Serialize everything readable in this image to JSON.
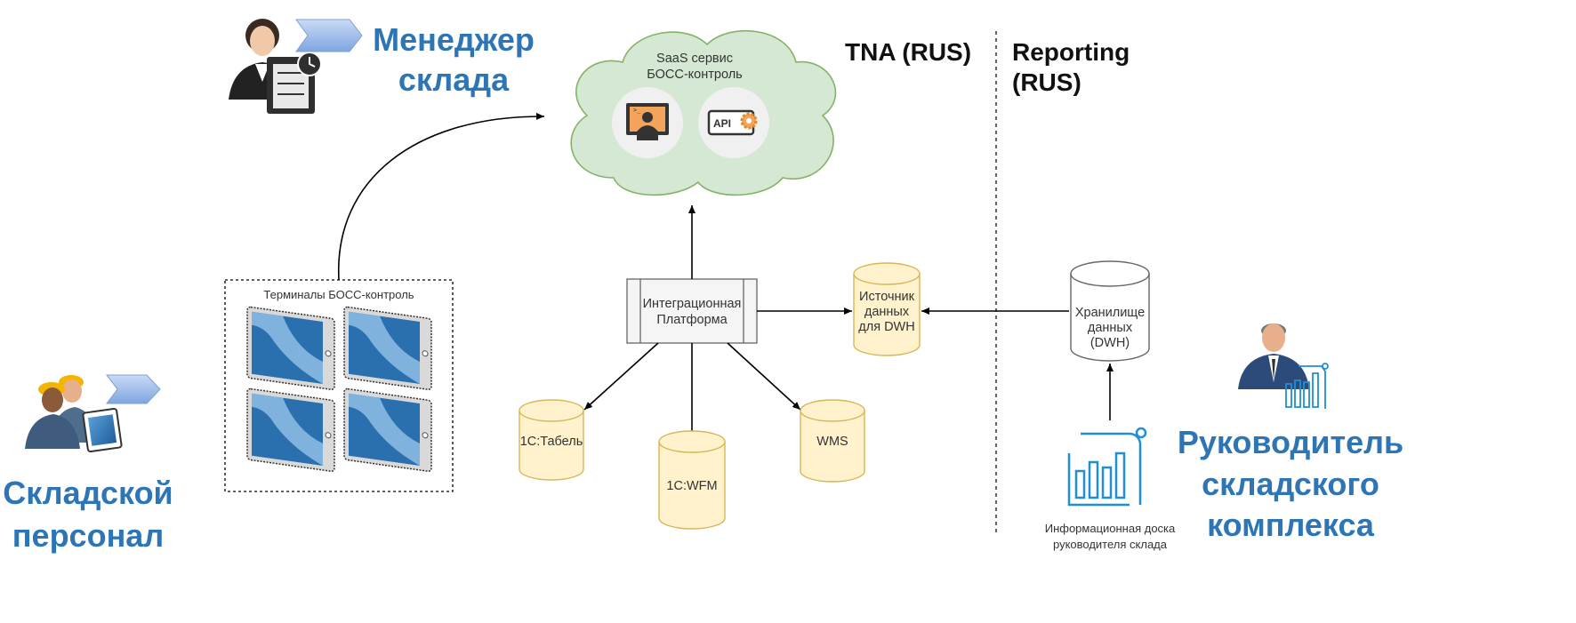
{
  "actors": {
    "manager": [
      "Менеджер",
      "склада"
    ],
    "staff": [
      "Складской",
      "персонал"
    ],
    "head": [
      "Руководитель",
      "складского",
      "комплекса"
    ]
  },
  "regions": {
    "tna": "TNA (RUS)",
    "reporting": [
      "Reporting",
      "(RUS)"
    ]
  },
  "cloud": {
    "lines": [
      "SaaS сервис",
      "БОСС-контроль"
    ],
    "api_badge": "API"
  },
  "terminals_group": {
    "title": "Терминалы БОСС-контроль"
  },
  "integration_platform": [
    "Интеграционная",
    "Платформа"
  ],
  "databases": {
    "tabel": "1С:Табель",
    "wfm": "1С:WFM",
    "wms": "WMS",
    "dwh_source": [
      "Источник",
      "данных",
      "для DWH"
    ],
    "dwh": [
      "Хранилище",
      "данных",
      "(DWH)"
    ]
  },
  "dashboard": {
    "caption": [
      "Информационная доска",
      "руководителя склада"
    ]
  },
  "icons": {
    "manager": "businesswoman-checklist-icon",
    "staff": "workers-tablet-icon",
    "head": "executive-dashboard-icon",
    "monitor": "desktop-user-icon",
    "api": "api-gear-icon",
    "tablet": "tablet-icon",
    "dashboard": "bar-chart-icon"
  },
  "colors": {
    "actor_text": "#2e75b6",
    "cloud_fill": "#d5e8d4",
    "cloud_stroke": "#82b366",
    "db_fill": "#fff2cc",
    "db_stroke": "#d6b656",
    "icon_blue": "#1f6fb2"
  }
}
